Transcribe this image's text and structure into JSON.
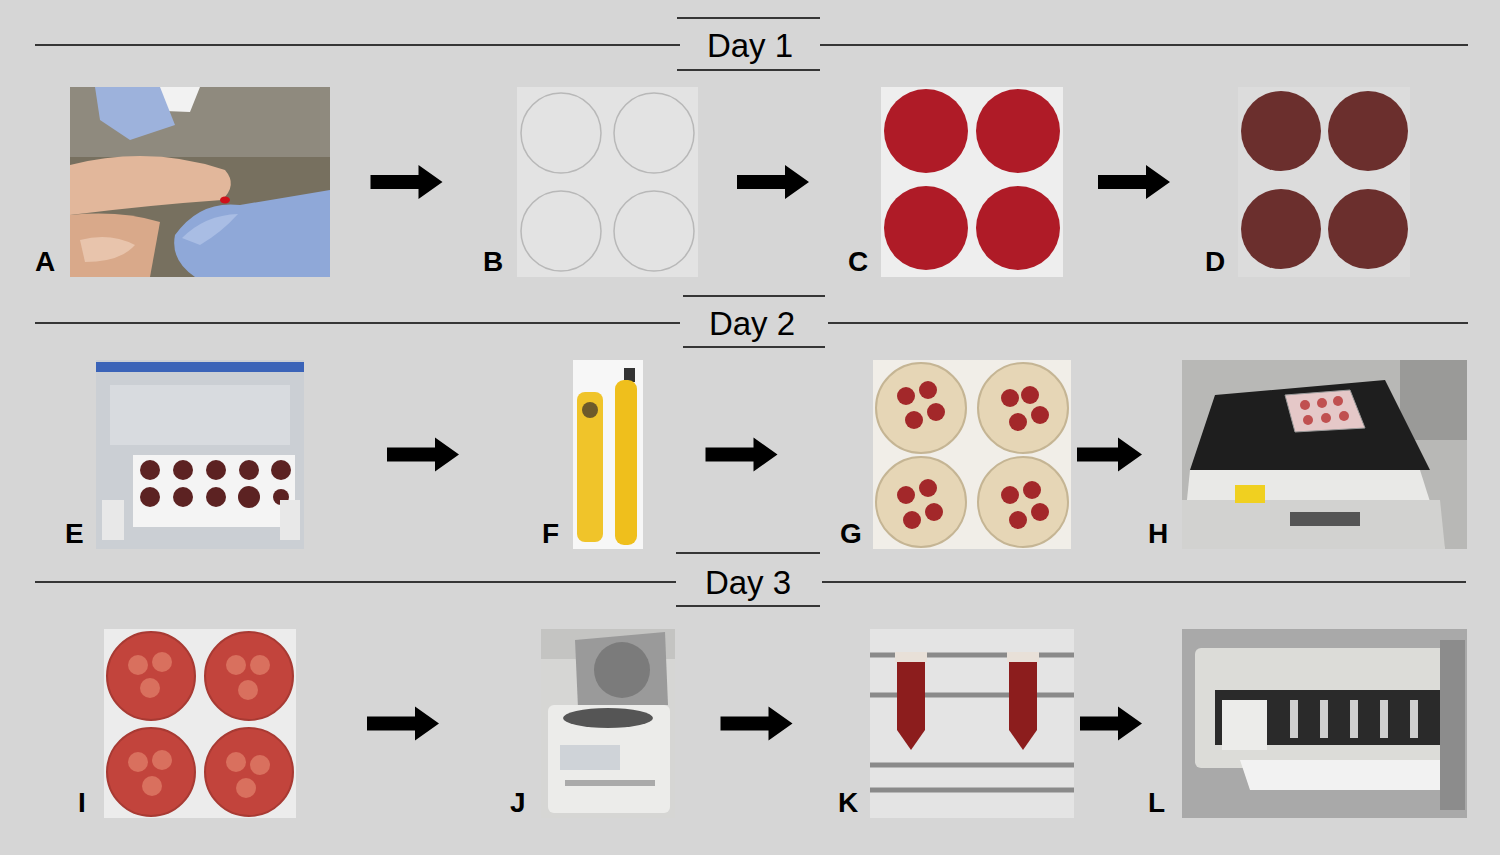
{
  "diagram": {
    "nodes": [
      {
        "text": [
          "A"
        ]
      },
      {
        "text": [
          "B"
        ]
      },
      {
        "text": [
          "C"
        ]
      },
      {
        "text": [
          "D"
        ]
      },
      {
        "text": [
          "E"
        ]
      },
      {
        "text": [
          "F"
        ]
      },
      {
        "text": [
          "G"
        ]
      },
      {
        "text": [
          "H"
        ]
      },
      {
        "text": [
          "I"
        ]
      },
      {
        "text": [
          "J"
        ]
      },
      {
        "text": [
          "K"
        ]
      },
      {
        "text": [
          "L"
        ]
      }
    ],
    "edges": [
      {
        "from": 0,
        "to": 1,
        "arrow": "to"
      },
      {
        "from": 1,
        "to": 2,
        "arrow": "to"
      },
      {
        "from": 2,
        "to": 3,
        "arrow": "to"
      },
      {
        "from": 4,
        "to": 5,
        "arrow": "to"
      },
      {
        "from": 5,
        "to": 6,
        "arrow": "to"
      },
      {
        "from": 6,
        "to": 7,
        "arrow": "to"
      },
      {
        "from": 8,
        "to": 9,
        "arrow": "to"
      },
      {
        "from": 9,
        "to": 10,
        "arrow": "to"
      },
      {
        "from": 10,
        "to": 11,
        "arrow": "to"
      }
    ],
    "labels": [
      "Day 1",
      "Day 2",
      "Day 3"
    ]
  }
}
